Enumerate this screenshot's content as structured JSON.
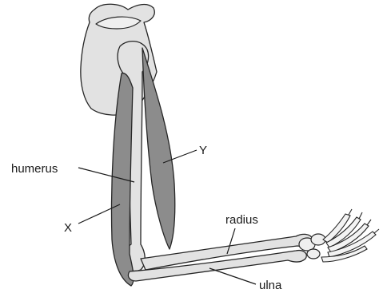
{
  "labels": {
    "humerus": "humerus",
    "x": "X",
    "y": "Y",
    "radius": "radius",
    "ulna": "ulna"
  },
  "colors": {
    "bone": "#e2e2e2",
    "muscle": "#8c8c8c",
    "outline": "#262626"
  }
}
